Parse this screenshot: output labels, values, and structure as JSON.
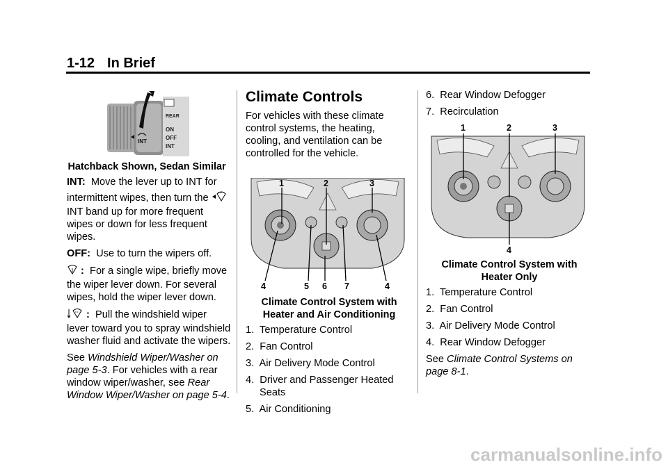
{
  "header": {
    "page_number": "1-12",
    "section": "In Brief"
  },
  "left": {
    "caption": "Hatchback Shown, Sedan Similar",
    "wiper_fig_labels": [
      "REAR",
      "ON",
      "OFF",
      "INT",
      "INT"
    ],
    "int_label": "INT:",
    "int_text_1": "Move the lever up to INT for",
    "int_text_2": "intermittent wipes, then turn the",
    "int_text_3": "INT band up for more frequent",
    "int_text_4": "wipes or down for less frequent",
    "int_text_5": "wipes.",
    "off_label": "OFF:",
    "off_text": "Use to turn the wipers off.",
    "single_text_1": "For a single wipe, briefly move",
    "single_text_2": "the wiper lever down. For several",
    "single_text_3": "wipes, hold the wiper lever down.",
    "washer_text_1": "Pull the windshield wiper",
    "washer_text_2": "lever toward you to spray windshield",
    "washer_text_3": "washer fluid and activate the wipers.",
    "see_1": "See",
    "see_link_1": "Windshield Wiper/Washer on",
    "see_link_2": "page 5-3",
    "see_text_2": ". For vehicles with a rear",
    "see_text_3": "window wiper/washer, see",
    "see_link_3": "Rear",
    "see_link_4": "Window Wiper/Washer on page 5-4",
    "see_end": "."
  },
  "middle": {
    "heading": "Climate Controls",
    "intro": [
      "For vehicles with these climate",
      "control systems, the heating,",
      "cooling, and ventilation can be",
      "controlled for the vehicle."
    ],
    "fig_top_labels": [
      "1",
      "2",
      "3"
    ],
    "fig_bottom_labels": [
      "4",
      "5",
      "6",
      "7",
      "4"
    ],
    "caption_1": "Climate Control System with",
    "caption_2": "Heater and Air Conditioning",
    "list": [
      {
        "n": "1.",
        "t": "Temperature Control"
      },
      {
        "n": "2.",
        "t": "Fan Control"
      },
      {
        "n": "3.",
        "t": "Air Delivery Mode Control"
      },
      {
        "n": "4.",
        "t": "Driver and Passenger Heated",
        "t2": "Seats"
      },
      {
        "n": "5.",
        "t": "Air Conditioning"
      }
    ]
  },
  "right": {
    "list_top": [
      {
        "n": "6.",
        "t": "Rear Window Defogger"
      },
      {
        "n": "7.",
        "t": "Recirculation"
      }
    ],
    "fig_top_labels": [
      "1",
      "2",
      "3"
    ],
    "fig_bottom_label": "4",
    "caption_1": "Climate Control System with",
    "caption_2": "Heater Only",
    "list": [
      {
        "n": "1.",
        "t": "Temperature Control"
      },
      {
        "n": "2.",
        "t": "Fan Control"
      },
      {
        "n": "3.",
        "t": "Air Delivery Mode Control"
      },
      {
        "n": "4.",
        "t": "Rear Window Defogger"
      }
    ],
    "see": "See",
    "see_link_1": "Climate Control Systems on",
    "see_link_2": "page 8-1",
    "see_end": "."
  },
  "watermark": "carmanualsonline.info"
}
